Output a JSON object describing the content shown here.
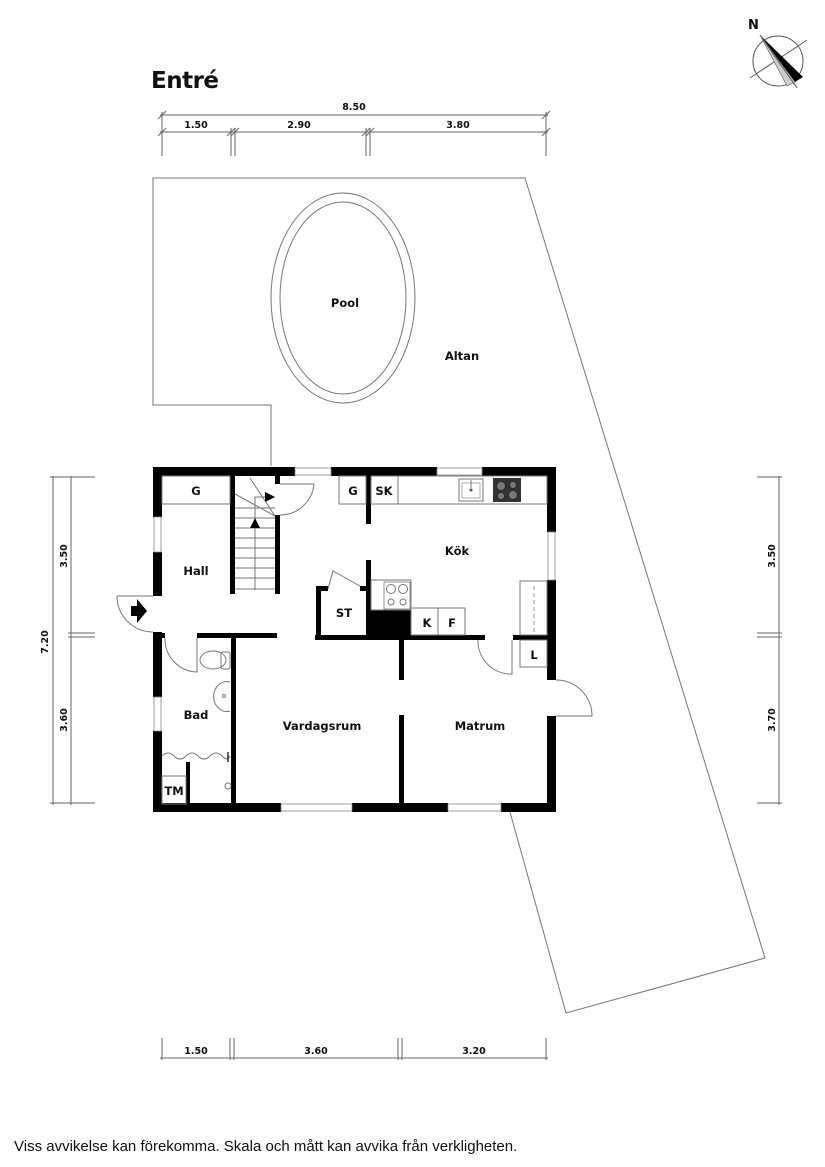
{
  "title": "Entré",
  "compass": {
    "label": "N"
  },
  "dimensions": {
    "top_total": "8.50",
    "top_segments": [
      "1.50",
      "2.90",
      "3.80"
    ],
    "bottom_segments": [
      "1.50",
      "3.60",
      "3.20"
    ],
    "left_total": "7.20",
    "left_segments": [
      "3.50",
      "3.60"
    ],
    "right_segments": [
      "3.50",
      "3.70"
    ]
  },
  "rooms": {
    "pool": "Pool",
    "altan": "Altan",
    "hall": "Hall",
    "kok": "Kök",
    "st": "ST",
    "bad": "Bad",
    "vardagsrum": "Vardagsrum",
    "matrum": "Matrum"
  },
  "fixtures": {
    "g_hall": "G",
    "g_kitchen": "G",
    "sk": "SK",
    "k": "K",
    "f": "F",
    "l": "L",
    "tm": "TM"
  },
  "disclaimer": "Viss avvikelse kan förekomma. Skala och mått kan avvika från verkligheten."
}
